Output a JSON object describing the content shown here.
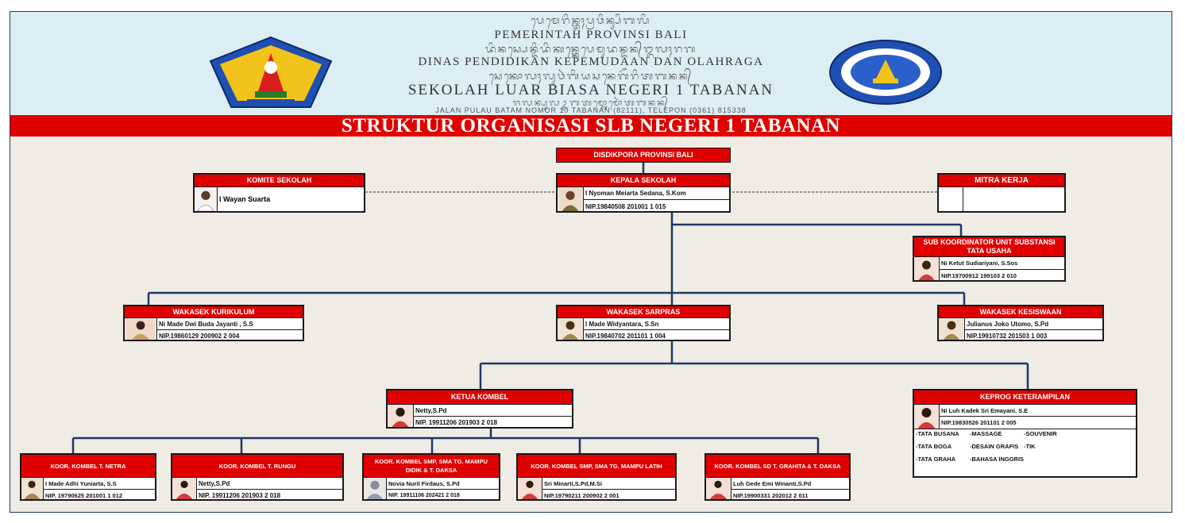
{
  "header": {
    "balinese_line1": "ᬧᬾᬫᬾᬭᬶᬦ᭄ᬢᬄᬧ᭄ᬭᬯᬶᬦ᭄ᬲᬶᬩᬮᬶ",
    "line1": "PEMERINTAH PROVINSI BALI",
    "balinese_line2": "ᬤᬶᬦᬲ᭄ᬧᬾᬦ᭄ᬤᬶᬤᬶᬓᬦ᭄ᬓᬾᬧᬾᬫᬸᬤᬦ᭄ᬤᬦ᭄ᬑᬮᬄᬭᬕ",
    "line2": "DINAS PENDIDIKAN KEPEMUDAAN DAN OLAHRAGA",
    "balinese_line3": "ᬲᬾᬓᭀᬮᬄᬮᬸᬯᬃᬩᬶᬬᬲᬦᬾᬕᭂᬭᬶᬢᬩᬦᬦ᭄",
    "line3": "SEKOLAH LUAR BIASA NEGERI 1 TABANAN",
    "balinese_line4": "ᬚᬮᬦ᭄ᬧᬸᬮᬉᬩᬢᬫ᭄ᬦᭀᬫᭀᬃᬢᬩᬦᬦ᭄",
    "address": "JALAN PULAU BATAM NOMOR 10 TABANAN (82111), TELEPON (0361) 815338"
  },
  "title": "STRUKTUR ORGANISASI SLB NEGERI 1 TABANAN",
  "colors": {
    "banner": "#e00000",
    "header_bg": "#dbeef4",
    "line": "#1f3864"
  },
  "nodes": {
    "disdikpora": {
      "title": "DISDIKPORA PROVINSI BALI"
    },
    "kepala": {
      "title": "KEPALA SEKOLAH",
      "name": "I Nyoman Meiarta Sedana, S.Kom",
      "nip": "NIP.19840508 201001 1 015"
    },
    "komite": {
      "title": "KOMITE SEKOLAH",
      "name": "I Wayan Suarta"
    },
    "mitra": {
      "title": "MITRA KERJA"
    },
    "subkoor": {
      "title": "SUB KOORDINATOR UNIT SUBSTANSI TATA USAHA",
      "name": "Ni Ketut Sudiariyani, S.Sos",
      "nip": "NIP.19700912 199103 2 010"
    },
    "kurikulum": {
      "title": "WAKASEK KURIKULUM",
      "name": "Ni Made Dwi Buda Jayanti , S.S",
      "nip": "NIP.19860129 200902 2 004"
    },
    "sarpras": {
      "title": "WAKASEK SARPRAS",
      "name": "I Made Widyantara, S.Sn",
      "nip": "NIP.19840702 201101 1 004"
    },
    "kesiswaan": {
      "title": "WAKASEK KESISWAAN",
      "name": "Julianus Joko Utomo, S.Pd",
      "nip": "NIP.19910732 201503 1 003"
    },
    "kombel": {
      "title": "KETUA KOMBEL",
      "name": "Netty,S.Pd",
      "nip": "NIP. 19911206 201903 2 018"
    },
    "keprog": {
      "title": "KEPROG KETERAMPILAN",
      "name": "Ni Luh Kadek Sri Emayani, S.E",
      "nip": "NIP.19830526 201101 2 005"
    },
    "netra": {
      "title": "KOOR. KOMBEL T. NETRA",
      "name": "I Made Adhi Yuniarta, S.S",
      "nip": "NIP. 19790625 201001 1 012"
    },
    "rungu": {
      "title": "KOOR. KOMBEL T. RUNGU",
      "name": "Netty,S.Pd",
      "nip": "NIP. 19911206 201903 2 018"
    },
    "smp_didik": {
      "title": "KOOR. KOMBEL SMP, SMA TG. MAMPU DIDIK & T. DAKSA",
      "name": "Novia Nuril Firdaus, S.Pd",
      "nip": "NIP. 19911106 202421 2 018"
    },
    "smp_latih": {
      "title": "KOOR. KOMBEL SMP, SMA TG. MAMPU LATIH",
      "name": "Sri Minarti,S.Pd,M.Si",
      "nip": "NIP.19790211 200902 2 001"
    },
    "sd_grahita": {
      "title": "KOOR. KOMBEL SD T. GRAHITA & T. DAKSA",
      "name": "Luh Gede Emi Winanti,S.Pd",
      "nip": "NIP.19900331 202012 2 011"
    }
  },
  "skills": {
    "c1": [
      "-TATA BUSANA",
      "-TATA BOGA",
      "-TATA GRAHA"
    ],
    "c2": [
      "-MASSAGE",
      "-DESAIN GRAFIS",
      "-BAHASA INGGRIS"
    ],
    "c3": [
      "-SOUVENIR",
      "-TIK"
    ]
  }
}
